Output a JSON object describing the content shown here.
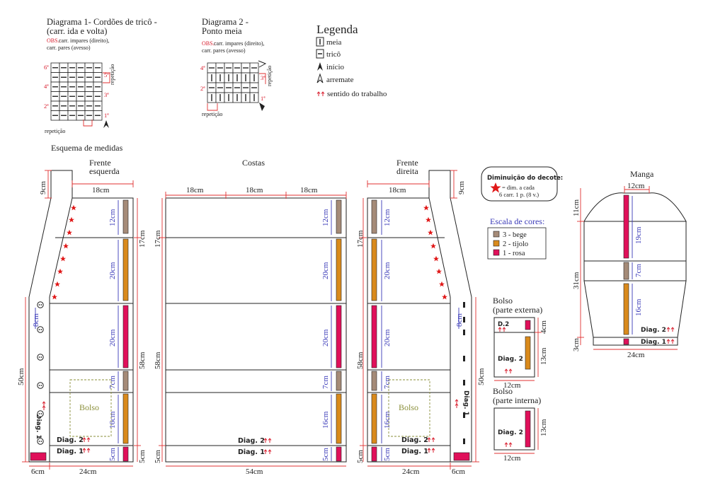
{
  "diag1": {
    "title_line1": "Diagrama 1- Cordões de tricô -",
    "title_line2": "(carr. ida e volta)",
    "obs_label": "OBS.:",
    "obs_line1": "carr. impares (direito),",
    "obs_line2": "carr. pares (avesso)",
    "rows": [
      "6ª",
      "5ª",
      "4ª",
      "3ª",
      "2ª",
      "1ª"
    ],
    "repeat_side": "repetição",
    "repeat_bottom": "repetição"
  },
  "diag2": {
    "title_line1": "Diagrama 2 -",
    "title_line2": "Ponto meia",
    "obs_label": "OBS.:",
    "obs_line1": "carr. impares (direito),",
    "obs_line2": "carr. pares (avesso)",
    "rows": [
      "4ª",
      "3ª",
      "2ª",
      "1ª"
    ],
    "repeat_side": "repetição",
    "repeat_bottom": "repetição"
  },
  "legend": {
    "title": "Legenda",
    "items": [
      "meia",
      "tricô",
      "início",
      "arremate",
      "sentido do trabalho"
    ]
  },
  "schema_title": "Esquema de medidas",
  "pieces": {
    "front_left": {
      "line1": "Frente",
      "line2": "esquerda"
    },
    "back": "Costas",
    "front_right": {
      "line1": "Frente",
      "line2": "direita"
    },
    "sleeve": "Manga",
    "pocket_ext": {
      "line1": "Bolso",
      "line2": "(parte externa)"
    },
    "pocket_int": {
      "line1": "Bolso",
      "line2": "(parte interna)"
    },
    "pocket_label": "Bolso"
  },
  "neckline": {
    "title": "Diminuição do decote:",
    "line1": "= dim. a cada",
    "line2": "6 carr. 1 p. (8 v.)"
  },
  "colors": {
    "title": "Escala de cores:",
    "items": [
      {
        "label": "3 - bege",
        "hex": "#a58b78"
      },
      {
        "label": "2 - tijolo",
        "hex": "#d98a1c"
      },
      {
        "label": "1 - rosa",
        "hex": "#e0105a"
      }
    ]
  },
  "labels": {
    "diag1": "Diag. 1",
    "diag2": "Diag. 2",
    "d2": "D.2"
  },
  "measures": {
    "m18": "18cm",
    "m9": "9cm",
    "m17": "17cm",
    "m12": "12cm",
    "m20": "20cm",
    "m8": "8cm",
    "m7": "7cm",
    "m16": "16cm",
    "m5": "5cm",
    "m58": "58cm",
    "m50": "50cm",
    "m6": "6cm",
    "m24": "24cm",
    "m54": "54cm",
    "m11": "11cm",
    "m19": "19cm",
    "m31": "31cm",
    "m3": "3cm",
    "m4": "4cm",
    "m13": "13cm"
  }
}
